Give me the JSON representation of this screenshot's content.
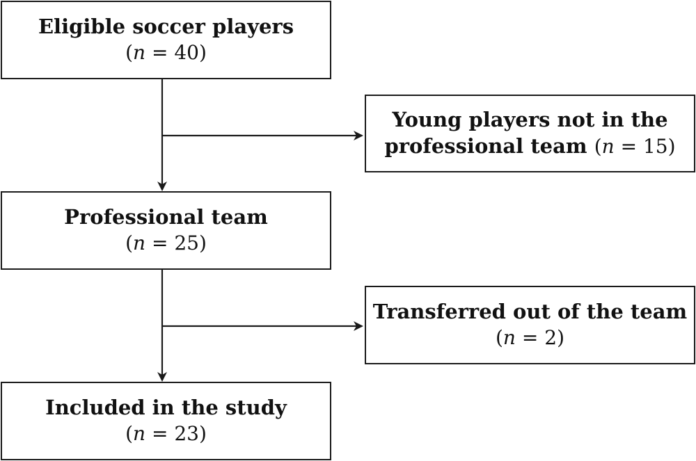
{
  "boxes": {
    "eligible": {
      "title": "Eligible soccer players",
      "var": "n",
      "eq": " = ",
      "value": "40"
    },
    "young": {
      "title_line1": "Young players not in the",
      "title_line2": "professional team",
      "var": "n",
      "eq": " = ",
      "value": "15"
    },
    "professional": {
      "title": "Professional team",
      "var": "n",
      "eq": " = ",
      "value": "25"
    },
    "transferred": {
      "title": "Transferred out of the team",
      "var": "n",
      "eq": " = ",
      "value": "2"
    },
    "included": {
      "title": "Included in the study",
      "var": "n",
      "eq": " = ",
      "value": "23"
    }
  },
  "colors": {
    "line": "#1a1a1a",
    "background": "#ffffff"
  }
}
